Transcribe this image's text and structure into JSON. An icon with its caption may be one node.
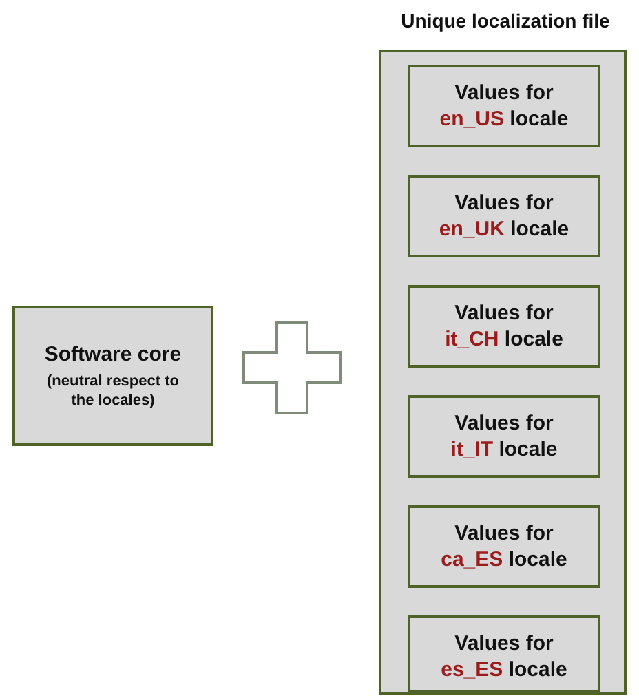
{
  "diagram": {
    "nodes": [
      {
        "text": [
          "Software core",
          "(neutral respect to the locales)"
        ]
      },
      {
        "text": [
          "Unique localization file"
        ]
      },
      {
        "text": [
          "Values for **en_US** locale"
        ],
        "in": 1
      },
      {
        "text": [
          "Values for **en_UK** locale"
        ],
        "in": 1
      },
      {
        "text": [
          "Values for **it_CH** locale"
        ],
        "in": 1
      },
      {
        "text": [
          "Values for **it_IT** locale"
        ],
        "in": 1
      },
      {
        "text": [
          "Values for **ca_ES** locale"
        ],
        "in": 1
      },
      {
        "text": [
          "Values for **es_ES** locale"
        ],
        "in": 1
      }
    ],
    "edges": []
  }
}
